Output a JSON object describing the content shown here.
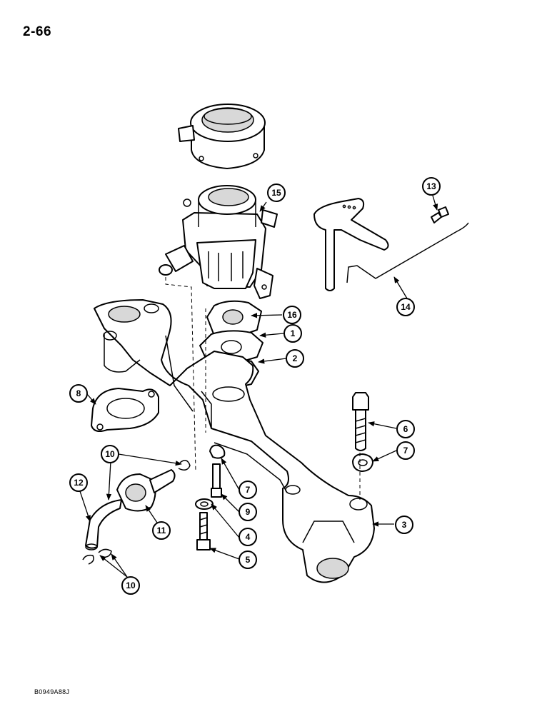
{
  "page": {
    "number": "2-66",
    "figure_code": "B0949A88J"
  },
  "callouts": {
    "c1": "1",
    "c2": "2",
    "c3": "3",
    "c4": "4",
    "c5": "5",
    "c6": "6",
    "c7a": "7",
    "c7b": "7",
    "c8": "8",
    "c9": "9",
    "c10a": "10",
    "c10b": "10",
    "c11": "11",
    "c12": "12",
    "c13": "13",
    "c14": "14",
    "c15": "15",
    "c16": "16"
  }
}
